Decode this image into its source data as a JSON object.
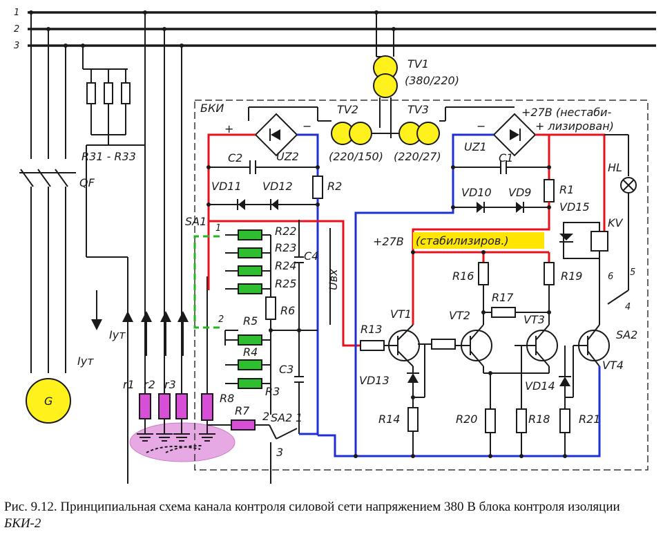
{
  "labels": {
    "phase1": "1",
    "phase2": "2",
    "phase3": "3",
    "tv1": "TV1",
    "tv1_ratio": "(380/220)",
    "tv2": "TV2",
    "tv2_ratio": "(220/150)",
    "tv3": "TV3",
    "tv3_ratio": "(220/27)",
    "bki": "БКИ",
    "plus27_unstab_1": "+27В (нестаби-",
    "plus27_unstab_2": "+ лизирован)",
    "plus_left": "+",
    "minus_left": "−",
    "minus_right": "−",
    "uz2": "UZ2",
    "uz1": "UZ1",
    "c1": "C1",
    "c2": "C2",
    "c3": "C3",
    "c4": "C4",
    "vd9": "VD9",
    "vd10": "VD10",
    "vd11": "VD11",
    "vd12": "VD12",
    "vd13": "VD13",
    "vd14": "VD14",
    "vd15": "VD15",
    "r1": "R1",
    "r2": "R2",
    "r3": "R3",
    "r4": "R4",
    "r5": "R5",
    "r6": "R6",
    "r7": "R7",
    "r8": "R8",
    "r13": "R13",
    "r14": "R14",
    "r16": "R16",
    "r17": "R17",
    "r18": "R18",
    "r19": "R19",
    "r20": "R20",
    "r21": "R21",
    "r22": "R22",
    "r23": "R23",
    "r24": "R24",
    "r25": "R25",
    "r31_r33": "R31 - R33",
    "qf": "QF",
    "hl": "HL",
    "kv": "KV",
    "sa1": "SA1",
    "sa2": "SA2",
    "vt1": "VT1",
    "vt2": "VT2",
    "vt3": "VT3",
    "vt4": "VT4",
    "plus27": "+27В",
    "stab": "(стабилизиров.)",
    "ubx": "Uвх",
    "iyt1": "Iут",
    "iyt2": "Iут",
    "rr1": "r1",
    "rr2": "r2",
    "rr3": "r3",
    "g": "G",
    "sa1_pos1": "1",
    "sa1_pos2": "2",
    "sa2_pos1": "1",
    "sa2_pos2": "2",
    "sa2_pos3": "3",
    "kv_c4": "4",
    "kv_c5": "5",
    "kv_c6": "6"
  },
  "caption": {
    "text": "Рис. 9.12. Принципиальная схема канала контроля силовой сети напряжением 380 В блока контроля изоляции ",
    "italic": "БКИ-2"
  },
  "colors": {
    "positive_wire": "#e8101a",
    "negative_wire": "#1f2fd6",
    "resistor_highlight": "#2fbe2f",
    "ground_resistor_highlight": "#d64fd6",
    "transformer_fill": "#fff21c",
    "stabilized_label_bg": "#ffe600",
    "ground_zone": "#e7a9e3"
  }
}
